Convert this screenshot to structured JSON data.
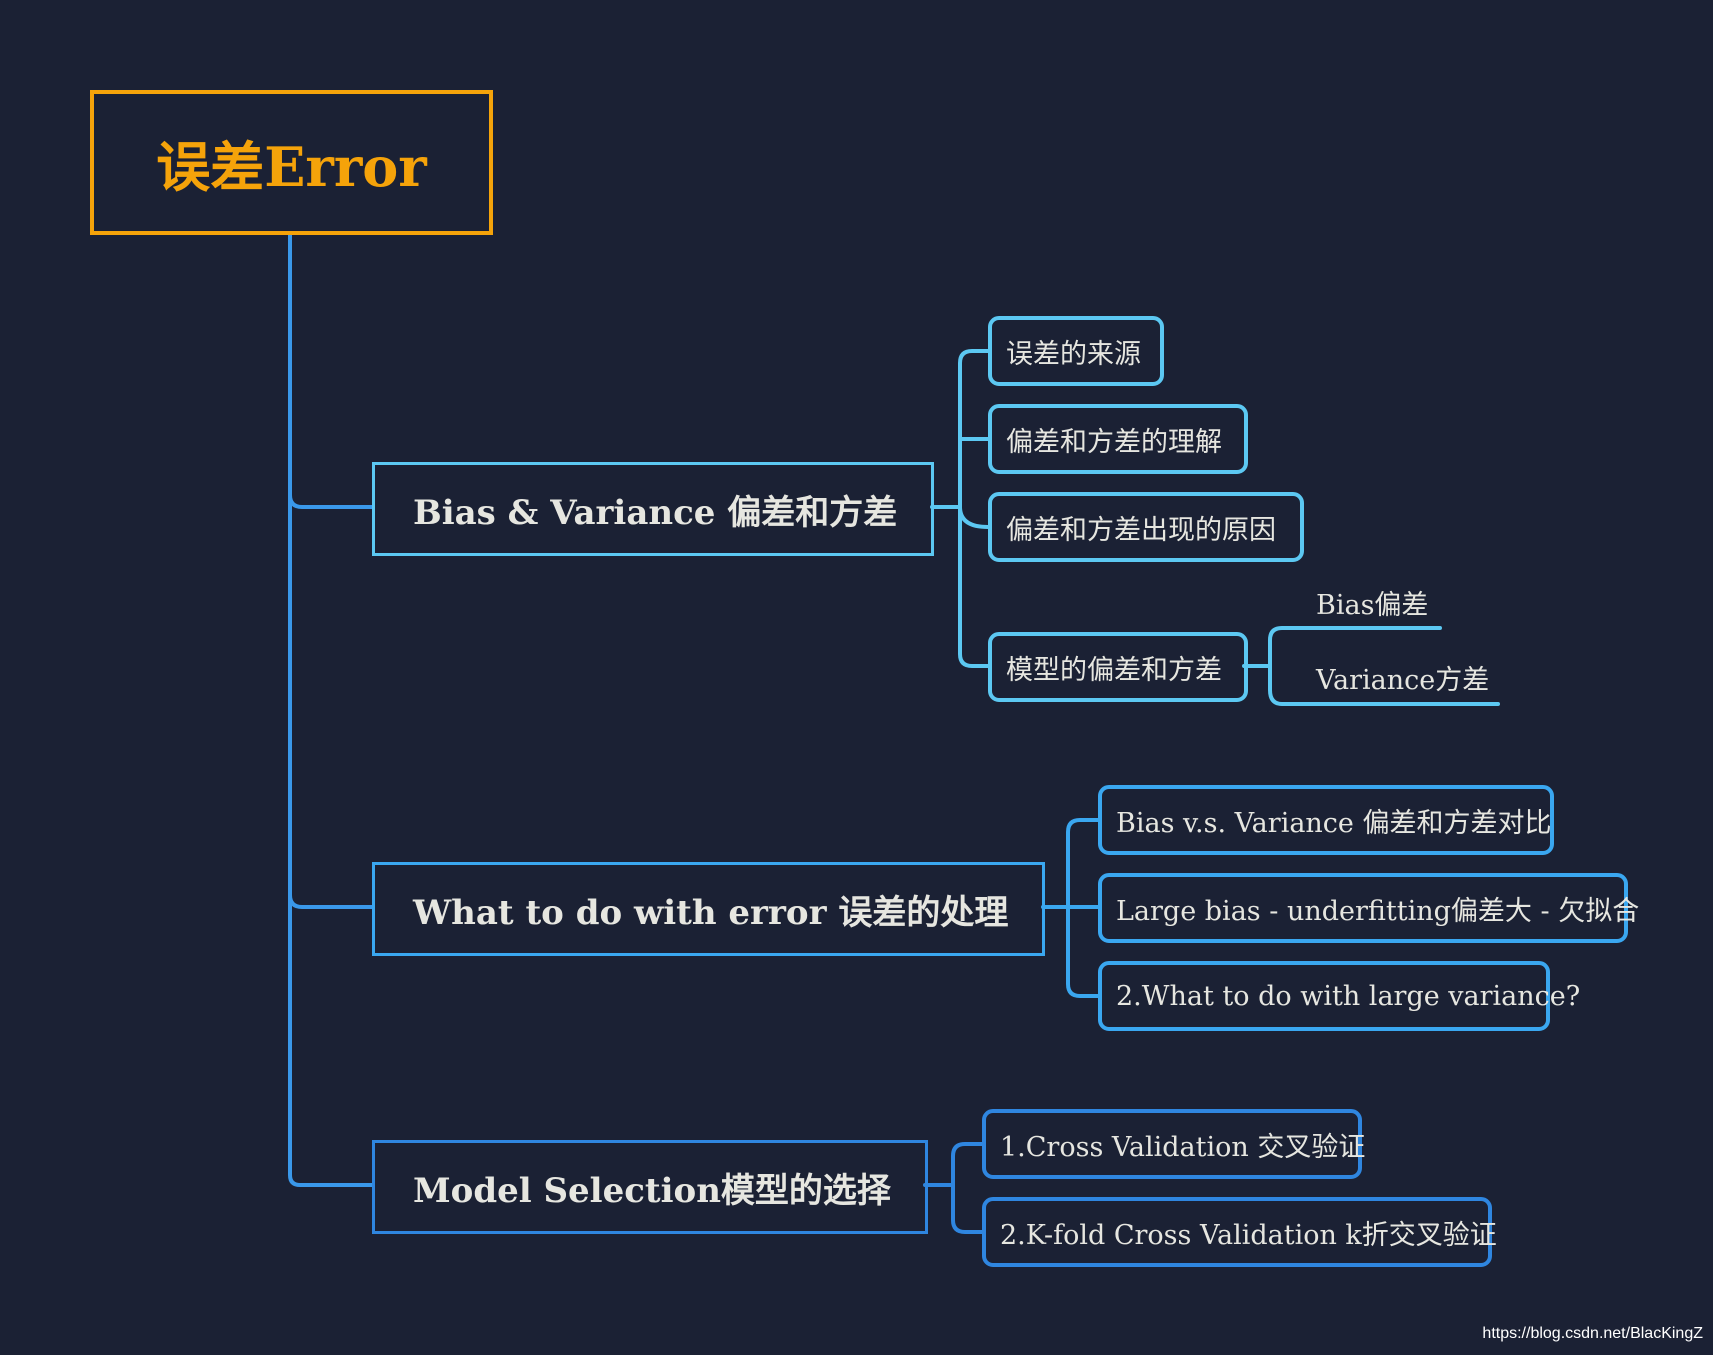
{
  "root": {
    "label": "误差Error",
    "color": "#f5a30a"
  },
  "branches": [
    {
      "label": "Bias & Variance 偏差和方差",
      "color": "#5cc8f2",
      "children": [
        {
          "label": "误差的来源"
        },
        {
          "label": "偏差和方差的理解"
        },
        {
          "label": "偏差和方差出现的原因"
        },
        {
          "label": "模型的偏差和方差",
          "children": [
            {
              "label": "Bias偏差"
            },
            {
              "label": "Variance方差"
            }
          ]
        }
      ]
    },
    {
      "label": "What to do with error 误差的处理",
      "color": "#3aa7f0",
      "children": [
        {
          "label": "Bias v.s. Variance 偏差和方差对比"
        },
        {
          "label": "Large bias - underfitting偏差大 - 欠拟合"
        },
        {
          "label": "2.What to do with large variance?"
        }
      ]
    },
    {
      "label": "Model Selection模型的选择",
      "color": "#2f86e0",
      "children": [
        {
          "label": "1.Cross Validation 交叉验证"
        },
        {
          "label": "2.K-fold Cross Validation k折交叉验证"
        }
      ]
    }
  ],
  "colors": {
    "background": "#1b2134",
    "trunk": "#3a98ea"
  },
  "watermark": "https://blog.csdn.net/BlacKingZ"
}
